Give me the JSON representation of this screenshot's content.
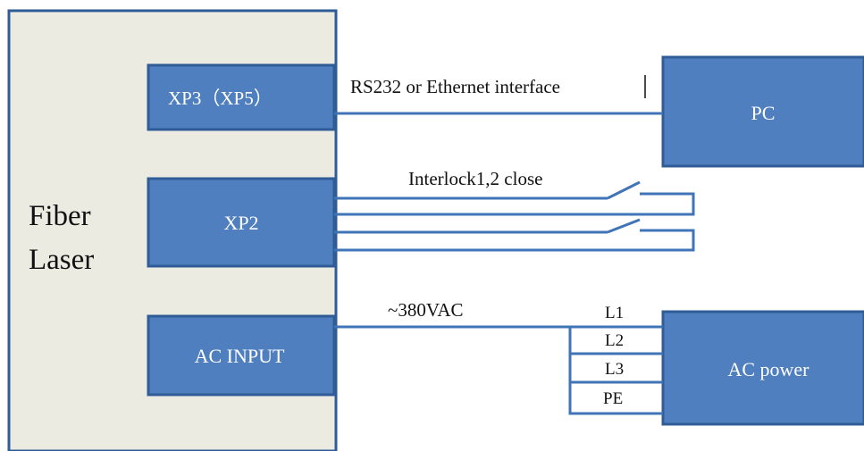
{
  "colors": {
    "background": "#ffffff",
    "laser_panel": "#ecebe2",
    "module_fill": "#4f7fbe",
    "module_border": "#2f5c96",
    "wire": "#3f74b6",
    "text_dark": "#111111",
    "text_light": "#ffffff"
  },
  "laser": {
    "label_line1": "Fiber",
    "label_line2": "Laser"
  },
  "ports": {
    "xp3": "XP3（XP5）",
    "xp2": "XP2",
    "ac_input": "AC INPUT"
  },
  "devices": {
    "pc": "PC",
    "ac_power": "AC power"
  },
  "connections": {
    "serial": "RS232 or Ethernet interface",
    "interlock": "Interlock1,2 close",
    "voltage": "~380VAC"
  },
  "phases": [
    "L1",
    "L2",
    "L3",
    "PE"
  ]
}
